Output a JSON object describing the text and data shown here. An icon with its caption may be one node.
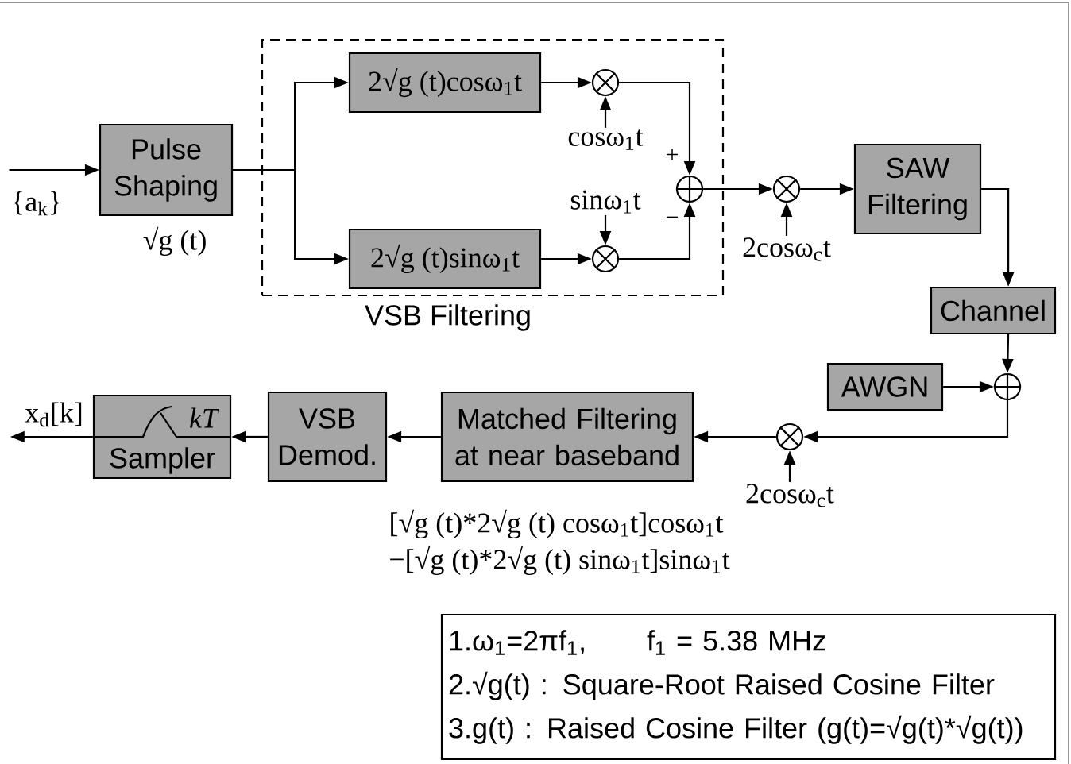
{
  "diagram": {
    "nodes": [
      {
        "text": [
          "{a$_{k}$}"
        ]
      },
      {
        "text": [
          "Pulse Shaping"
        ],
        "beside": [
          "√g (t)"
        ]
      },
      {
        "text": [
          "VSB Filtering"
        ]
      },
      {
        "text": [
          "2√g (t)cosω$_{1}$t"
        ],
        "in": 2
      },
      {
        "text": [
          "2√g (t)sinω$_{1}$t"
        ],
        "in": 2
      },
      {
        "text": [],
        "shape": "circle",
        "in": 2
      },
      {
        "text": [
          "cosω$_{1}$t"
        ],
        "in": 2
      },
      {
        "text": [
          "sinω$_{1}$t"
        ],
        "in": 2
      },
      {
        "text": [],
        "shape": "circle",
        "in": 2
      },
      {
        "text": [],
        "shape": "circle",
        "in": 2,
        "beside": [
          "+",
          "−"
        ]
      },
      {
        "text": [],
        "shape": "circle"
      },
      {
        "text": [
          "2cosω$_{c}$t"
        ]
      },
      {
        "text": [
          "SAW Filtering"
        ]
      },
      {
        "text": [
          "Channel"
        ]
      },
      {
        "text": [
          "AWGN"
        ]
      },
      {
        "text": [],
        "shape": "circle"
      },
      {
        "text": [],
        "shape": "circle"
      },
      {
        "text": [
          "2cosω$_{c}$t"
        ]
      },
      {
        "text": [
          "Matched Filtering at near baseband"
        ],
        "beside": [
          "[√g (t)*2√g (t) cosω$_{1}$t]cosω$_{1}$t",
          "−[√g (t)*2√g (t) sinω$_{1}$t]sinω$_{1}$t"
        ]
      },
      {
        "text": [
          "VSB Demod."
        ]
      },
      {
        "text": [
          "kT",
          "Sampler"
        ]
      },
      {
        "text": [
          "x$_{d}$[k]"
        ]
      },
      {
        "text": [
          "1.ω$_{1}$=2πf$_{1}$,",
          "f$_{1}$ = 5.38 MHz",
          "2.√g(t) : Square-Root Raised Cosine Filter",
          "3.g(t) : Raised Cosine Filter (g(t)=√g(t)*√g(t))"
        ]
      }
    ],
    "edges": [
      {
        "from": 0,
        "to": 1,
        "arrow": "to"
      },
      {
        "from": 1,
        "to": 3,
        "arrow": "to"
      },
      {
        "from": 1,
        "to": 4,
        "arrow": "to"
      },
      {
        "from": 3,
        "to": 5,
        "arrow": "to"
      },
      {
        "from": 4,
        "to": 8,
        "arrow": "to"
      },
      {
        "from": 6,
        "to": 5,
        "arrow": "to"
      },
      {
        "from": 7,
        "to": 8,
        "arrow": "to"
      },
      {
        "from": 5,
        "to": 9,
        "arrow": "to"
      },
      {
        "from": 8,
        "to": 9,
        "arrow": "to"
      },
      {
        "from": 9,
        "to": 10,
        "arrow": "to"
      },
      {
        "from": 11,
        "to": 10,
        "arrow": "to"
      },
      {
        "from": 10,
        "to": 12,
        "arrow": "to"
      },
      {
        "from": 12,
        "to": 13,
        "arrow": "to"
      },
      {
        "from": 13,
        "to": 15,
        "arrow": "to"
      },
      {
        "from": 14,
        "to": 15,
        "arrow": "to"
      },
      {
        "from": 15,
        "to": 16,
        "arrow": "to"
      },
      {
        "from": 17,
        "to": 16,
        "arrow": "to"
      },
      {
        "from": 16,
        "to": 18,
        "arrow": "to"
      },
      {
        "from": 18,
        "to": 19,
        "arrow": "to"
      },
      {
        "from": 19,
        "to": 20,
        "arrow": "to"
      },
      {
        "from": 20,
        "to": 21,
        "arrow": "to"
      }
    ]
  }
}
